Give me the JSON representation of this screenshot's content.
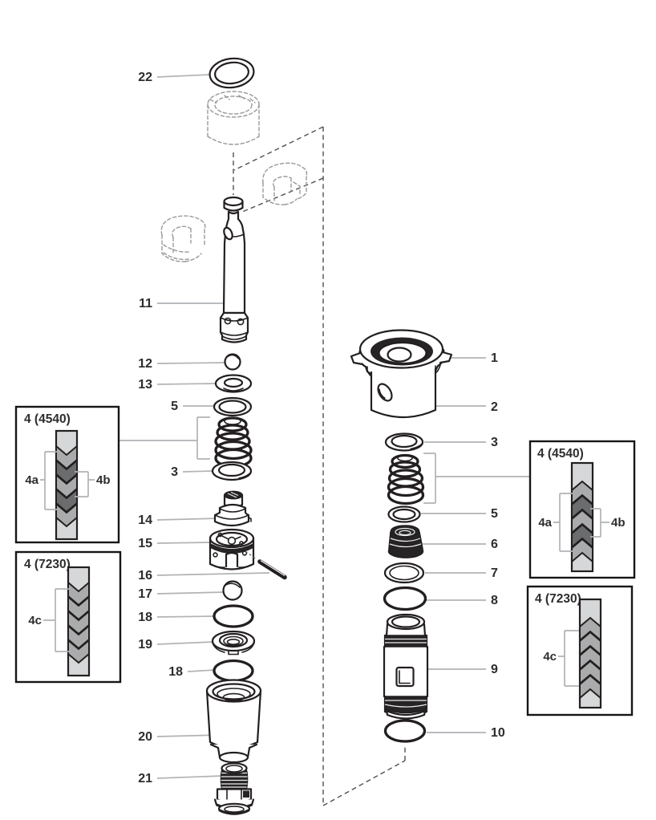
{
  "figure": {
    "background": "#ffffff",
    "colors": {
      "outline": "#231f20",
      "leader": "#b1b3b6",
      "dashed_path": "#4f5052",
      "ghost": "#97999c",
      "chevron_light": "#d6d7d8",
      "chevron_medium": "#a9abac",
      "chevron_dark": "#6a6c6e",
      "label_text": "#2e2c2d",
      "dark_fill": "#262425"
    },
    "callouts": {
      "left": {
        "p22": "22",
        "p11": "11",
        "p12": "12",
        "p13": "13",
        "p5": "5",
        "p3": "3",
        "p14": "14",
        "p15": "15",
        "p16": "16",
        "p17": "17",
        "p18a": "18",
        "p19": "19",
        "p18b": "18",
        "p20": "20",
        "p21": "21"
      },
      "right": {
        "p1": "1",
        "p2": "2",
        "p3": "3",
        "p5": "5",
        "p6": "6",
        "p7": "7",
        "p8": "8",
        "p9": "9",
        "p10": "10"
      }
    },
    "insets": {
      "left_4540": {
        "title": "4 (4540)",
        "label_a": "4a",
        "label_b": "4b"
      },
      "left_7230": {
        "title": "4 (7230)",
        "label_c": "4c"
      },
      "right_4540": {
        "title": "4 (4540)",
        "label_a": "4a",
        "label_b": "4b"
      },
      "right_7230": {
        "title": "4 (7230)",
        "label_c": "4c"
      }
    }
  }
}
